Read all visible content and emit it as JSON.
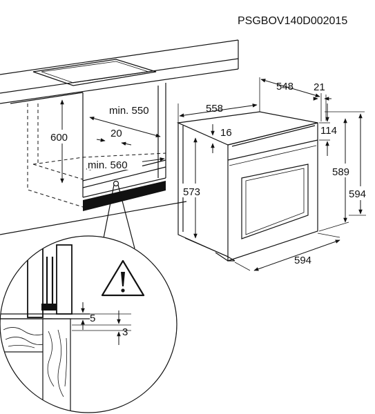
{
  "document_code": "PSGBOV140D002015",
  "icons": [
    "warning-triangle-icon"
  ],
  "dimensions": {
    "cabinet_height": "600",
    "cabinet_width_min": "min. 550",
    "cabinet_depth_min": "min. 560",
    "rear_gap": "20",
    "oven_depth_total": "548",
    "oven_body_depth": "558",
    "door_thickness": "21",
    "top_offset": "16",
    "control_panel_height": "114",
    "body_height": "573",
    "oven_height_front": "589",
    "oven_height_total": "594",
    "oven_width": "594",
    "detail_gap_top": "5",
    "detail_gap_bottom": "3"
  }
}
